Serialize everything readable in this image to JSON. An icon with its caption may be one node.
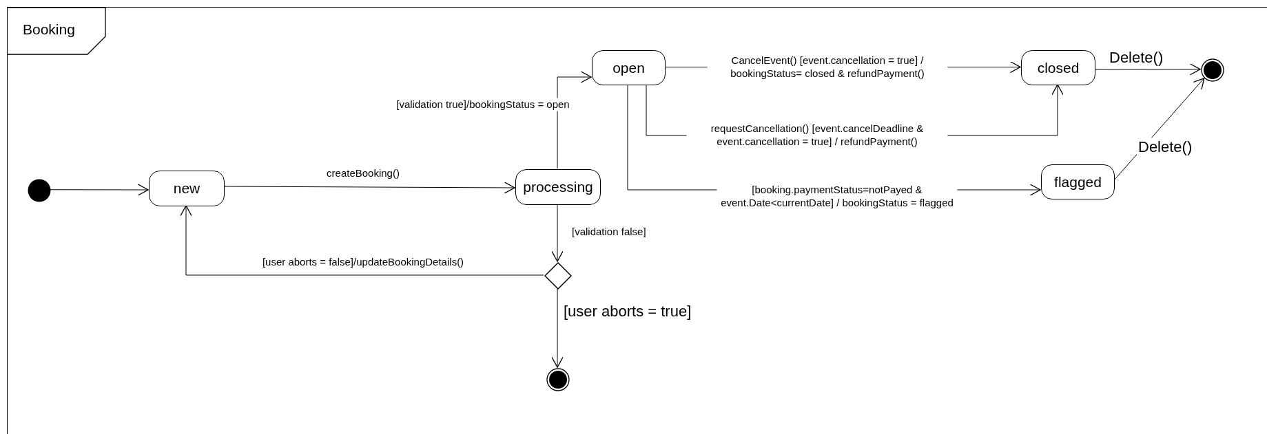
{
  "diagram": {
    "nodes": [
      {
        "text": [
          "Booking"
        ]
      },
      {
        "text": [],
        "shape": "circle",
        "in": 0
      },
      {
        "text": [
          "new"
        ],
        "in": 0
      },
      {
        "text": [
          "processing"
        ],
        "in": 0
      },
      {
        "text": [
          "open"
        ],
        "in": 0
      },
      {
        "text": [
          "closed"
        ],
        "in": 0
      },
      {
        "text": [],
        "shape": "bullseye",
        "in": 0
      },
      {
        "text": [
          "flagged"
        ],
        "in": 0
      },
      {
        "text": [],
        "shape": "diamond",
        "in": 0
      },
      {
        "text": [],
        "shape": "bullseye",
        "in": 0
      }
    ],
    "edges": [
      {
        "from": 1,
        "to": 2,
        "arrow": "to"
      },
      {
        "from": 2,
        "to": 3,
        "arrow": "to",
        "label": "createBooking()"
      },
      {
        "from": 3,
        "to": 4,
        "arrow": "to",
        "label": "[validation true]/bookingStatus = open"
      },
      {
        "from": 3,
        "to": 8,
        "arrow": "to",
        "label": "[validation false]"
      },
      {
        "from": 8,
        "to": 2,
        "arrow": "to",
        "label": "[user aborts = false]/updateBookingDetails()"
      },
      {
        "from": 8,
        "to": 9,
        "arrow": "to",
        "label": "[user aborts = true]"
      },
      {
        "from": 4,
        "to": 5,
        "arrow": "to",
        "label": "CancelEvent() [event.cancellation = true] / bookingStatus= closed & refundPayment()"
      },
      {
        "from": 4,
        "to": 5,
        "arrow": "to",
        "label": "requestCancellation() [event.cancelDeadline & event.cancellation = true] / refundPayment()"
      },
      {
        "from": 4,
        "to": 7,
        "arrow": "to",
        "label": "[booking.paymentStatus=notPayed & event.Date<currentDate] / bookingStatus = flagged"
      },
      {
        "from": 5,
        "to": 6,
        "arrow": "to",
        "label": "Delete()"
      },
      {
        "from": 7,
        "to": 6,
        "arrow": "to",
        "label": "Delete()"
      }
    ]
  }
}
